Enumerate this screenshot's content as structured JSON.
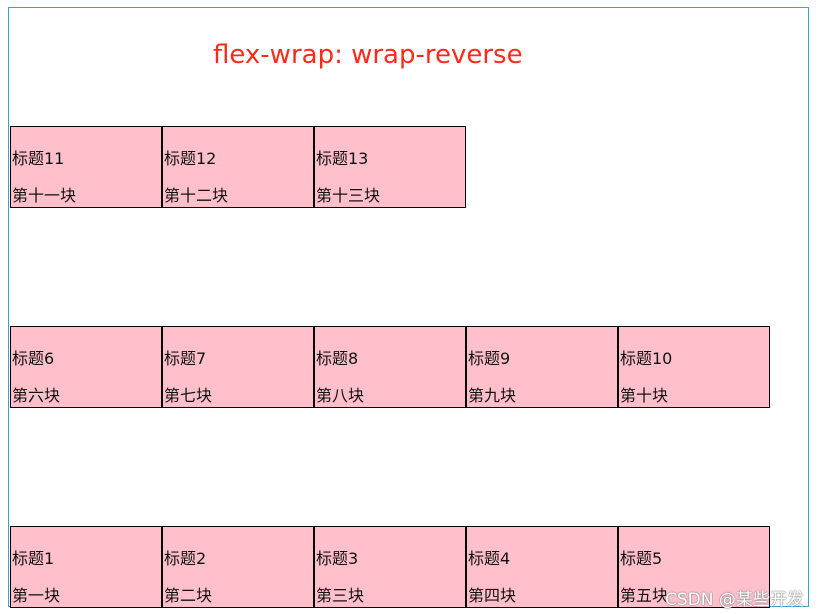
{
  "heading": "flex-wrap: wrap-reverse",
  "blocks": [
    {
      "title": "标题1",
      "text": "第一块"
    },
    {
      "title": "标题2",
      "text": "第二块"
    },
    {
      "title": "标题3",
      "text": "第三块"
    },
    {
      "title": "标题4",
      "text": "第四块"
    },
    {
      "title": "标题5",
      "text": "第五块"
    },
    {
      "title": "标题6",
      "text": "第六块"
    },
    {
      "title": "标题7",
      "text": "第七块"
    },
    {
      "title": "标题8",
      "text": "第八块"
    },
    {
      "title": "标题9",
      "text": "第九块"
    },
    {
      "title": "标题10",
      "text": "第十块"
    },
    {
      "title": "标题11",
      "text": "第十一块"
    },
    {
      "title": "标题12",
      "text": "第十二块"
    },
    {
      "title": "标题13",
      "text": "第十三块"
    }
  ],
  "watermark": "CSDN @某些开发",
  "colors": {
    "block_bg": "#ffc0cb",
    "heading": "#ff2a1a",
    "frame_border": "#3aa0d8"
  }
}
